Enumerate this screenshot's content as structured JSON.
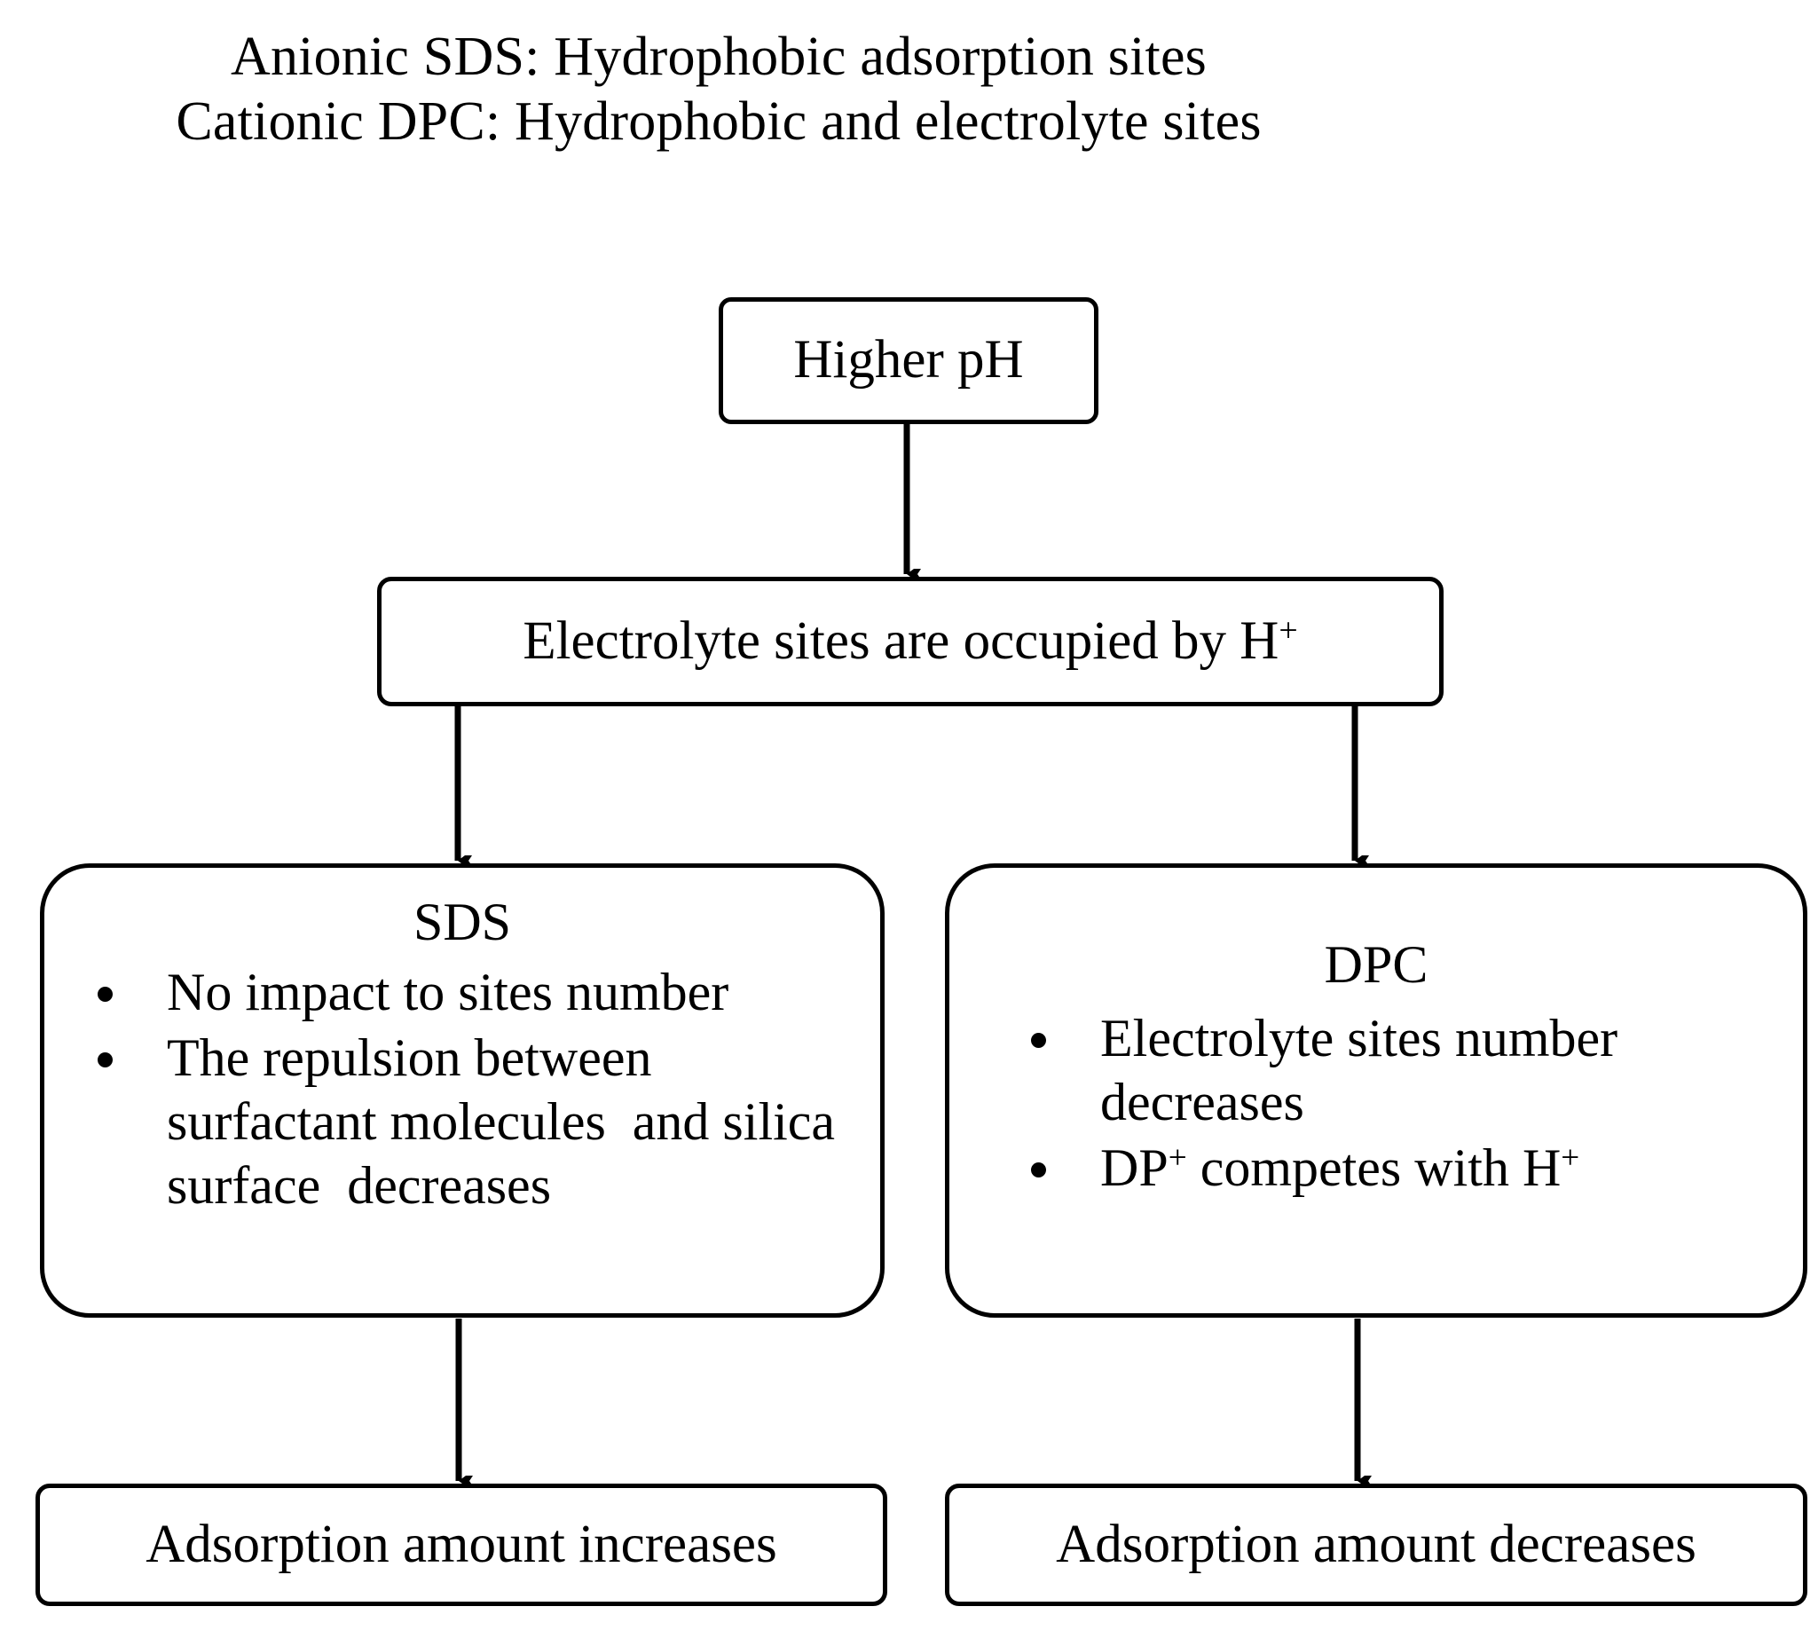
{
  "header": {
    "line1": "Anionic SDS: Hydrophobic adsorption sites",
    "line2": "Cationic DPC: Hydrophobic and electrolyte sites"
  },
  "nodes": {
    "higher_ph": {
      "label": "Higher pH"
    },
    "electrolyte_occupied": {
      "label_before_sup": "Electrolyte sites are occupied by H",
      "sup": "+"
    },
    "sds": {
      "title": "SDS",
      "bullets": [
        "No impact to sites number",
        "The repulsion between surfactant molecules  and silica surface  decreases"
      ]
    },
    "dpc": {
      "title": "DPC",
      "bullets": [
        {
          "text": "Electrolyte sites number decreases"
        },
        {
          "prefix": "DP",
          "sup1": "+",
          "middle": " competes with H",
          "sup2": "+"
        }
      ]
    },
    "adsorption_increases": {
      "label": "Adsorption amount increases"
    },
    "adsorption_decreases": {
      "label": "Adsorption amount decreases"
    }
  },
  "connectors": [
    {
      "name": "higher-ph-to-electrolyte",
      "from": "higher_ph",
      "to": "electrolyte_occupied"
    },
    {
      "name": "electrolyte-to-sds",
      "from": "electrolyte_occupied",
      "to": "sds"
    },
    {
      "name": "electrolyte-to-dpc",
      "from": "electrolyte_occupied",
      "to": "dpc"
    },
    {
      "name": "sds-to-adsorption-increases",
      "from": "sds",
      "to": "adsorption_increases"
    },
    {
      "name": "dpc-to-adsorption-decreases",
      "from": "dpc",
      "to": "adsorption_decreases"
    }
  ],
  "style": {
    "stroke": "#000000",
    "background": "#ffffff"
  }
}
